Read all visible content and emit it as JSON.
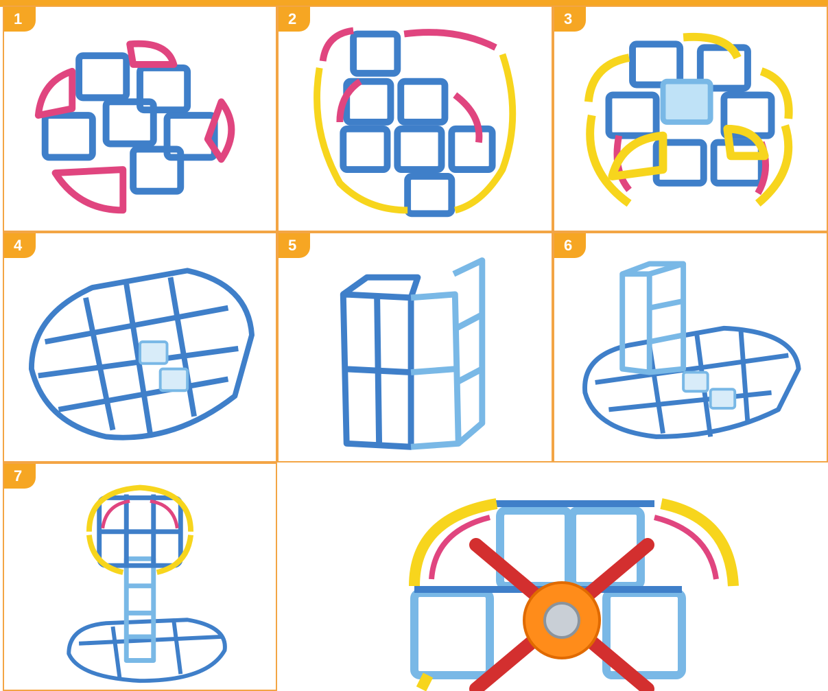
{
  "steps": [
    {
      "number": "1"
    },
    {
      "number": "2"
    },
    {
      "number": "3"
    },
    {
      "number": "4"
    },
    {
      "number": "5"
    },
    {
      "number": "6"
    },
    {
      "number": "7"
    }
  ],
  "colors": {
    "accent": "#f6a623",
    "blue_tile": "#3f7fc9",
    "light_blue_tile": "#79b8e6",
    "pink_tile": "#e0457f",
    "yellow_tile": "#f7d51d",
    "red_rod": "#d32f2f",
    "orange_gear": "#ff8c1a"
  }
}
